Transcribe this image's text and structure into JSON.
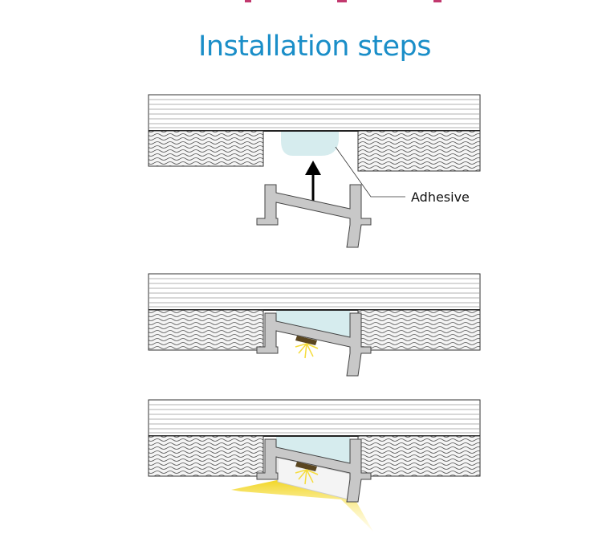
{
  "heading": "Installation steps",
  "labels": {
    "adhesive": "Adhesive"
  },
  "steps": [
    {
      "name": "apply-adhesive-insert-profile"
    },
    {
      "name": "profile-pressed-into-adhesive"
    },
    {
      "name": "diffuser-inserted-light-on"
    }
  ],
  "colors": {
    "heading": "#1a8ec8",
    "adhesive": "#d6ecee",
    "profile": "#c8c8c8",
    "light": "#f5dc3c",
    "accent_pink": "#c2386e"
  }
}
